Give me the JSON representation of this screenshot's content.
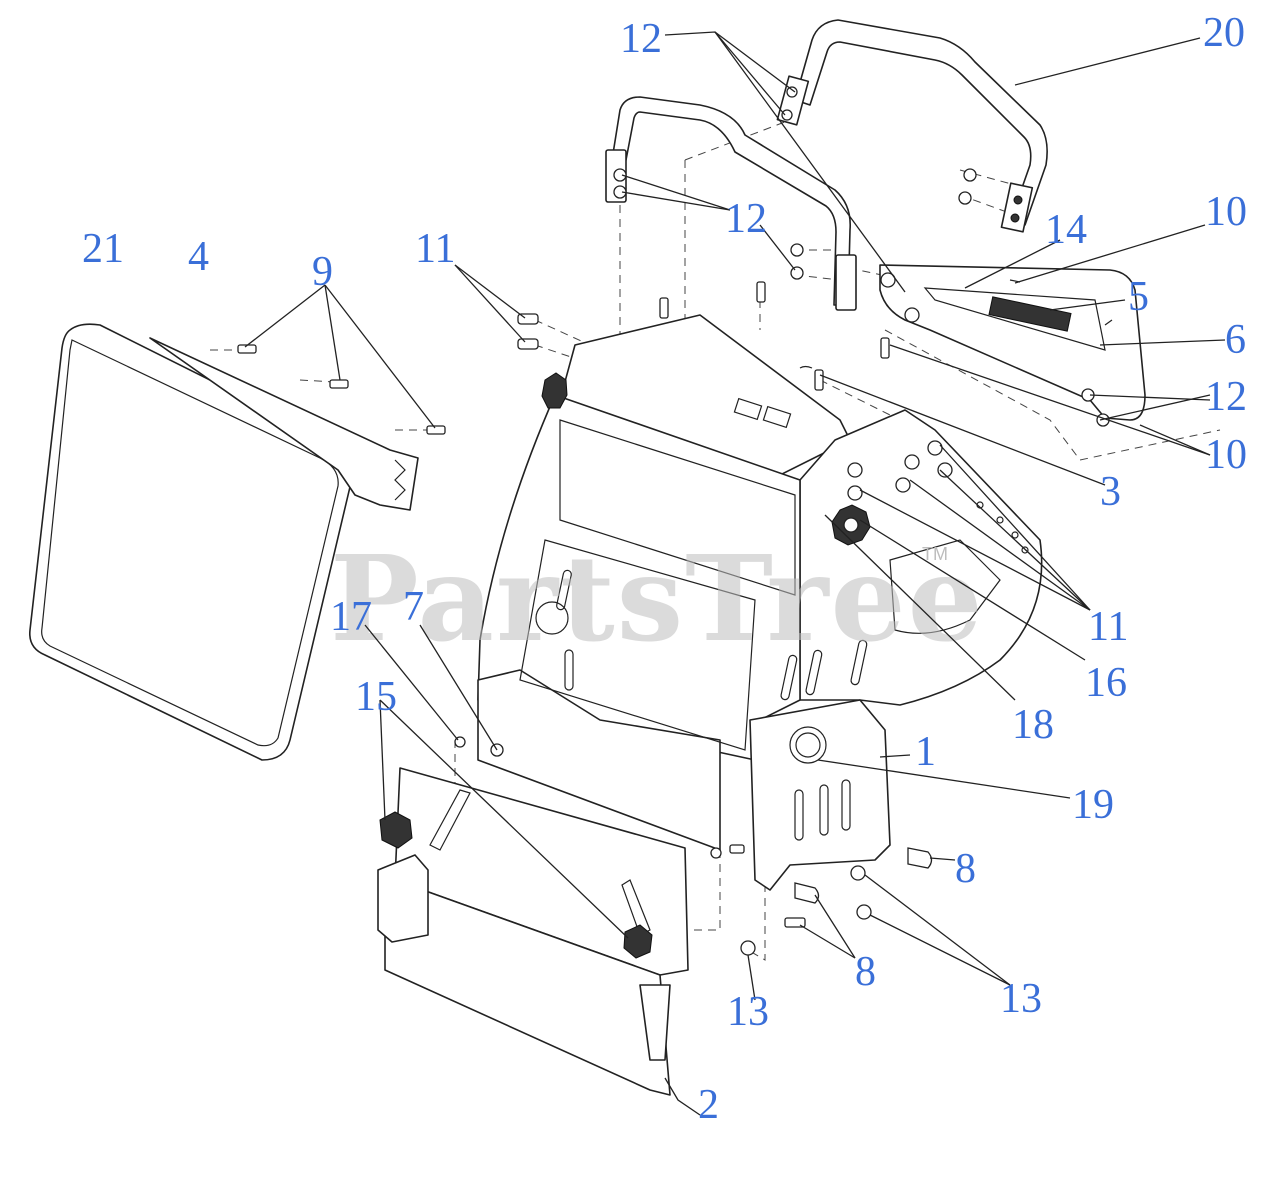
{
  "watermark": {
    "text": "PartsTree",
    "trademark": "TM"
  },
  "callouts": [
    {
      "id": "c20",
      "label": "20"
    },
    {
      "id": "c12a",
      "label": "12"
    },
    {
      "id": "c12b",
      "label": "12"
    },
    {
      "id": "c12c",
      "label": "12"
    },
    {
      "id": "c10a",
      "label": "10"
    },
    {
      "id": "c10b",
      "label": "10"
    },
    {
      "id": "c14",
      "label": "14"
    },
    {
      "id": "c5",
      "label": "5"
    },
    {
      "id": "c6",
      "label": "6"
    },
    {
      "id": "c3",
      "label": "3"
    },
    {
      "id": "c21",
      "label": "21"
    },
    {
      "id": "c4",
      "label": "4"
    },
    {
      "id": "c9",
      "label": "9"
    },
    {
      "id": "c11a",
      "label": "11"
    },
    {
      "id": "c11b",
      "label": "11"
    },
    {
      "id": "c16",
      "label": "16"
    },
    {
      "id": "c18",
      "label": "18"
    },
    {
      "id": "c1",
      "label": "1"
    },
    {
      "id": "c19",
      "label": "19"
    },
    {
      "id": "c17",
      "label": "17"
    },
    {
      "id": "c7",
      "label": "7"
    },
    {
      "id": "c15",
      "label": "15"
    },
    {
      "id": "c8a",
      "label": "8"
    },
    {
      "id": "c8b",
      "label": "8"
    },
    {
      "id": "c13a",
      "label": "13"
    },
    {
      "id": "c13b",
      "label": "13"
    },
    {
      "id": "c2",
      "label": "2"
    }
  ]
}
